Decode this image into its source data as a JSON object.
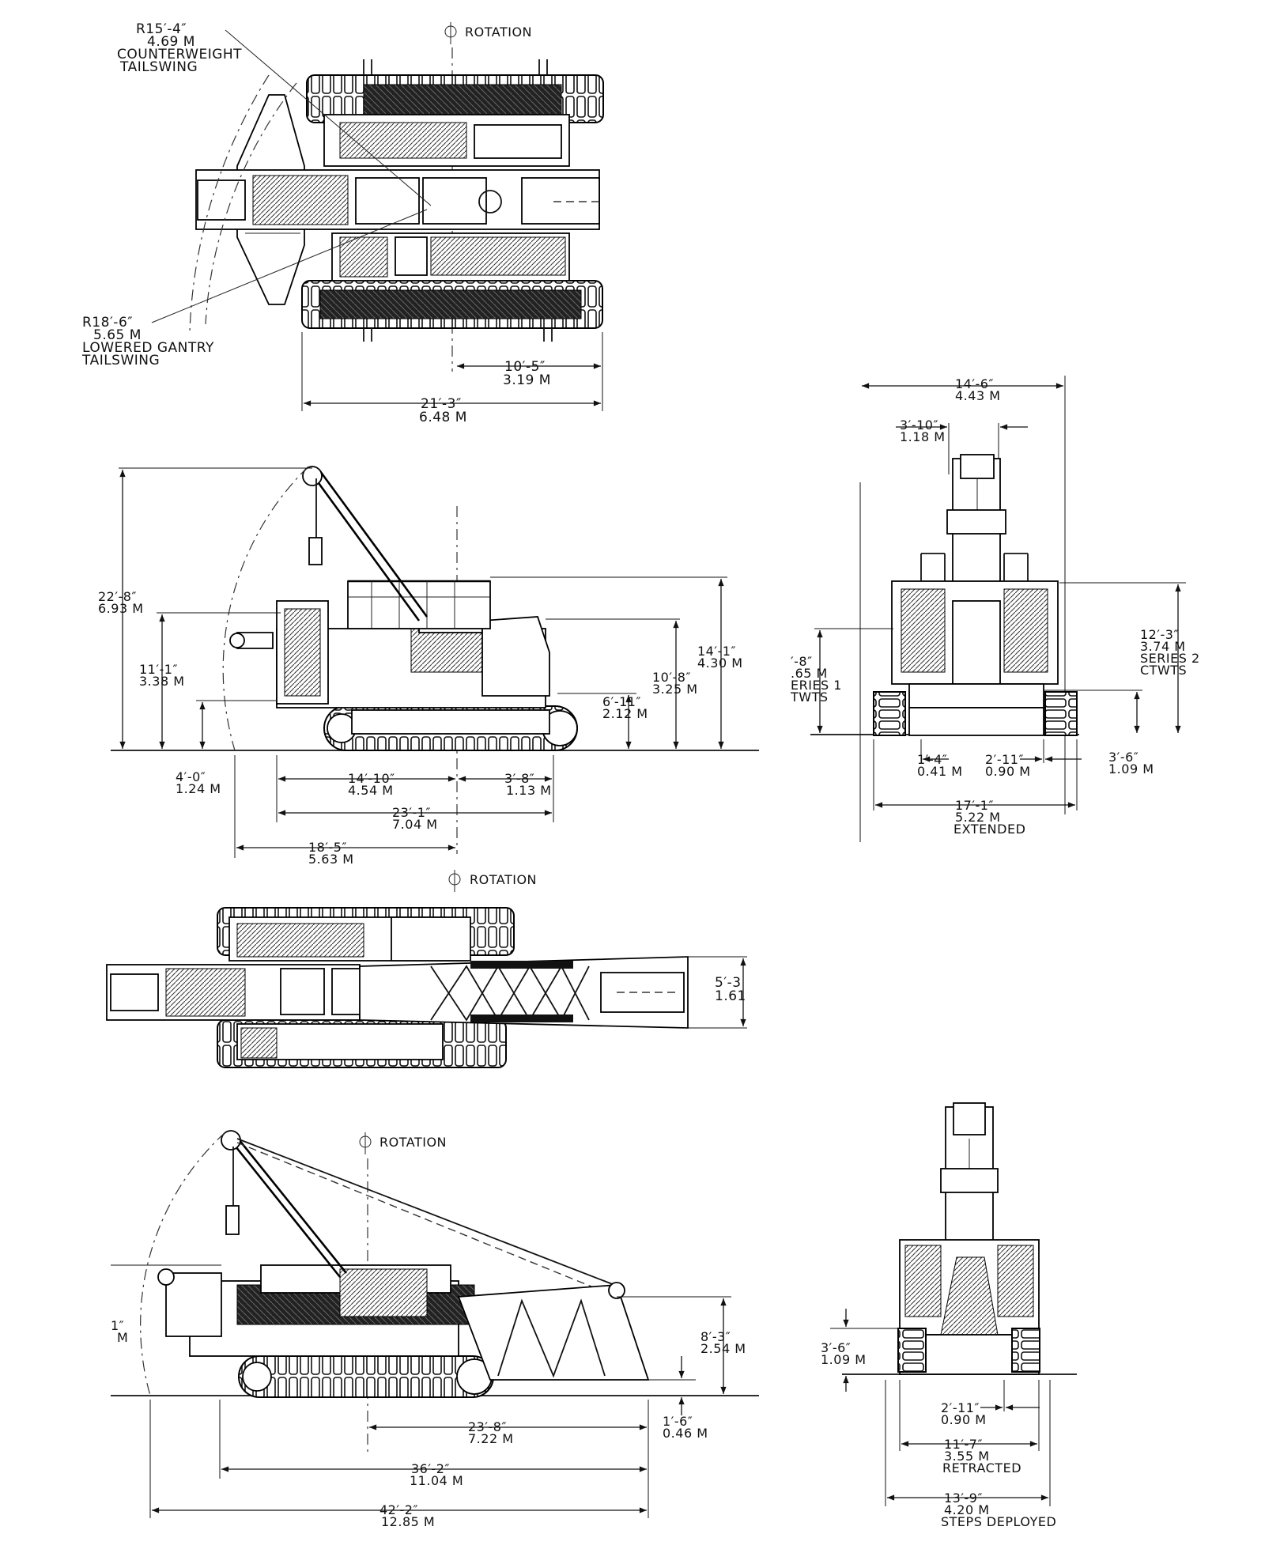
{
  "top_view": {
    "rotation_label": "ROTATION",
    "r1_a": "R15′-4″",
    "r1_b": "4.69 M",
    "r1_c": "COUNTERWEIGHT",
    "r1_d": "TAILSWING",
    "r2_a": "R18′-6″",
    "r2_b": "5.65 M",
    "r2_c": "LOWERED GANTRY",
    "r2_d": "TAILSWING",
    "d1_a": "10′-5″",
    "d1_b": "3.19 M",
    "d2_a": "21′-3″",
    "d2_b": "6.48 M"
  },
  "side_view": {
    "h1_a": "22′-8″",
    "h1_b": "6.93 M",
    "h2_a": "11′-1″",
    "h2_b": "3.38 M",
    "h3_a": "4′-0″",
    "h3_b": "1.24 M",
    "h4_a": "6′-11″",
    "h4_b": "2.12 M",
    "h5_a": "10′-8″",
    "h5_b": "3.25 M",
    "h6_a": "14′-1″",
    "h6_b": "4.30 M",
    "w1_a": "14′-10″",
    "w1_b": "4.54 M",
    "w2_a": "3′-8″",
    "w2_b": "1.13 M",
    "w3_a": "23′-1″",
    "w3_b": "7.04 M",
    "w4_a": "18′-5″",
    "w4_b": "5.63 M"
  },
  "rear_view": {
    "t1_a": "14′-6″",
    "t1_b": "4.43 M",
    "t2_a": "3′-10″",
    "t2_b": "1.18 M",
    "l1_a": "′-8″",
    "l1_b": ".65 M",
    "l1_c": "ERIES 1",
    "l1_d": "TWTS",
    "r1_a": "12′-3″",
    "r1_b": "3.74 M",
    "r1_c": "SERIES 2",
    "r1_d": "CTWTS",
    "b1_a": "1′-4″",
    "b1_b": "0.41 M",
    "b2_a": "2′-11″",
    "b2_b": "0.90 M",
    "b3_a": "3′-6″",
    "b3_b": "1.09 M",
    "b4_a": "17′-1″",
    "b4_b": "5.22 M",
    "b4_c": "EXTENDED"
  },
  "top_view2": {
    "rotation_label": "ROTATION",
    "d1_a": "5′-3",
    "d1_b": "1.61"
  },
  "side_view2": {
    "rotation_label": "ROTATION",
    "l1_a": "1″",
    "l1_b": "M",
    "h1_a": "8′-3″",
    "h1_b": "2.54 M",
    "h2_a": "1′-6″",
    "h2_b": "0.46 M",
    "w1_a": "23′-8″",
    "w1_b": "7.22 M",
    "w2_a": "36′-2″",
    "w2_b": "11.04 M",
    "w3_a": "42′-2″",
    "w3_b": "12.85 M"
  },
  "rear_view2": {
    "l1_a": "3′-6″",
    "l1_b": "1.09 M",
    "b1_a": "2′-11″",
    "b1_b": "0.90 M",
    "b2_a": "11′-7″",
    "b2_b": "3.55 M",
    "b2_c": "RETRACTED",
    "b3_a": "13′-9″",
    "b3_b": "4.20 M",
    "b3_c": "STEPS DEPLOYED"
  },
  "icons": {
    "centerline": "centerline-symbol",
    "arrow": "dimension-arrow"
  }
}
